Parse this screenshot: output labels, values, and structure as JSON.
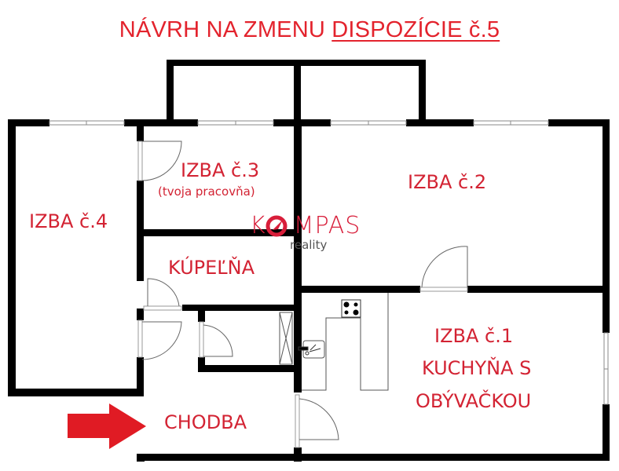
{
  "title": {
    "prefix": "NÁVRH NA ZMENU ",
    "underlined": "DISPOZÍCIE č.5",
    "color": "#e3232d"
  },
  "rooms": [
    {
      "id": "izba4",
      "label": "IZBA č.4"
    },
    {
      "id": "izba3",
      "label": "IZBA č.3",
      "sublabel": "(tvoja pracovňa)"
    },
    {
      "id": "izba2",
      "label": "IZBA č.2"
    },
    {
      "id": "kupelna",
      "label": "KÚPEĽŇA"
    },
    {
      "id": "izba1",
      "lines": [
        "IZBA č.1",
        "KUCHYŇA S",
        "OBÝVAČKOU"
      ]
    },
    {
      "id": "chodba",
      "label": "CHODBA"
    }
  ],
  "logo": {
    "brand": "KOMPAS",
    "sub": "reality",
    "color": "#d81e3a"
  },
  "entrance_arrow": {
    "icon": "arrow-right-icon",
    "color": "#e01b24"
  },
  "colors": {
    "wall": "#000000",
    "label": "#d32333",
    "window": "#9a9a9a"
  }
}
